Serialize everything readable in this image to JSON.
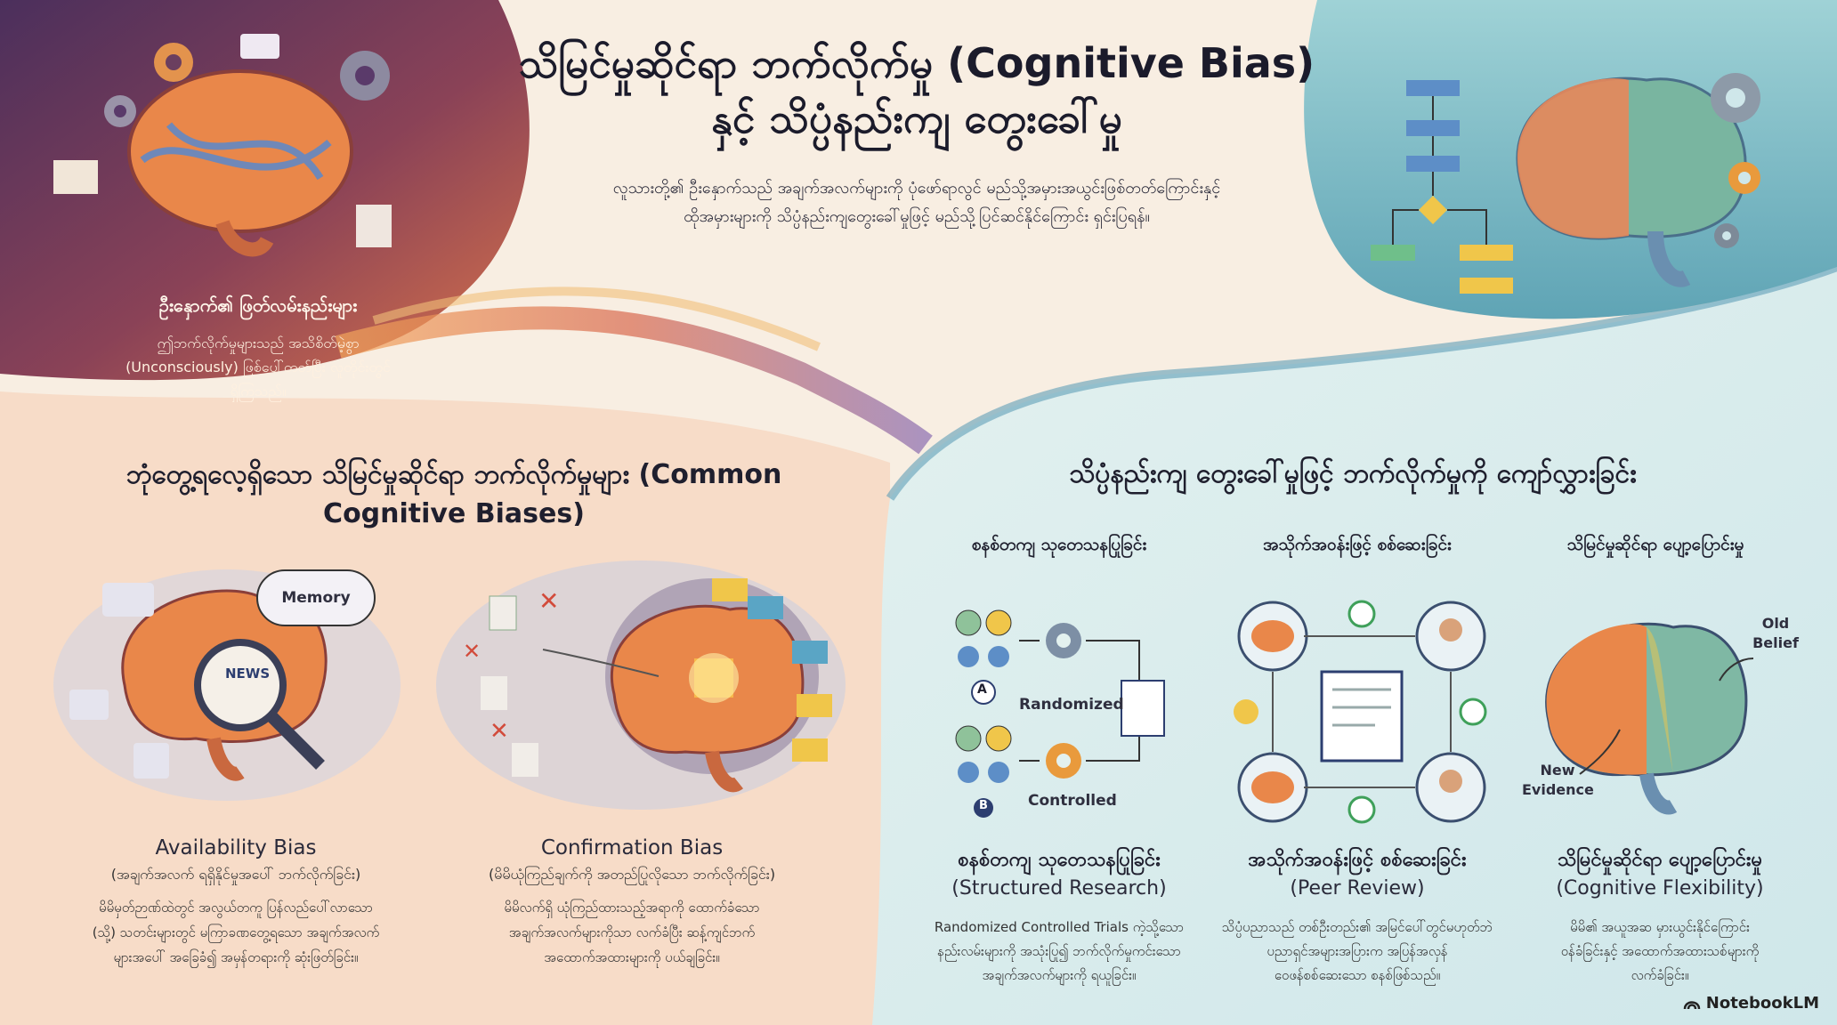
{
  "header": {
    "title_line1": "သိမြင်မှုဆိုင်ရာ ဘက်လိုက်မှု (Cognitive Bias)",
    "title_line2": "နှင့် သိပ္ပံနည်းကျ တွေးခေါ်မှု",
    "subtitle_line1": "လူသားတို့၏ ဦးနှောက်သည် အချက်အလက်များကို ပုံဖော်ရာလွင် မည်သို့အမှားအယွင်းဖြစ်တတ်ကြောင်းနှင့်",
    "subtitle_line2": "ထိုအမှားများကို သိပ္ပံနည်းကျတွေးခေါ်မှုဖြင့် မည်သို့ပြင်ဆင်နိုင်ကြောင်း ရှင်းပြရန်။"
  },
  "intro": {
    "heading": "ဦးနှောက်၏ ဖြတ်လမ်းနည်းများ",
    "text_line1": "ဤဘက်လိုက်မှုများသည် အသိစိတ်မဲ့စွာ",
    "text_line2": "(Unconsciously) ဖြစ်ပေါ်တတ်ပြီး လူတိုင်းတွင်",
    "text_line3": "ရှိကြသည်။"
  },
  "left_section": {
    "heading_line1": "ဘုံတွေ့ရလေ့ရှိသော သိမြင်မှုဆိုင်ရာ ဘက်လိုက်မှုများ (Common",
    "heading_line2": "Cognitive Biases)",
    "cards": [
      {
        "illustration_label": "Memory",
        "news_label": "NEWS",
        "title": "Availability Bias",
        "subtitle": "(အချက်အလက် ရရှိနိုင်မှုအပေါ် ဘက်လိုက်ခြင်း)",
        "desc_line1": "မိမိမှတ်ဉာဏ်ထဲတွင် အလွယ်တကူ ပြန်လည်ပေါ်လာသော",
        "desc_line2": "(သို့) သတင်းများတွင် မကြာခဏတွေ့ရသော အချက်အလက်",
        "desc_line3": "များအပေါ် အခြေခံ၍ အမှန်တရားကို ဆုံးဖြတ်ခြင်း။"
      },
      {
        "title": "Confirmation Bias",
        "subtitle": "(မိမိယုံကြည်ချက်ကို အတည်ပြုလိုသော ဘက်လိုက်ခြင်း)",
        "desc_line1": "မိမိလက်ရှိ ယုံကြည်ထားသည့်အရာကို ထောက်ခံသော",
        "desc_line2": "အချက်အလက်များကိုသာ လက်ခံပြီး ဆန့်ကျင်ဘက်",
        "desc_line3": "အထောက်အထားများကို ပယ်ချခြင်း။"
      }
    ]
  },
  "right_section": {
    "heading": "သိပ္ပံနည်းကျ တွေးခေါ်မှုဖြင့် ဘက်လိုက်မှုကို ကျော်လွှားခြင်း",
    "columns": [
      {
        "top_title": "စနစ်တကျ သုတေသနပြုခြင်း",
        "label_a": "Randomized",
        "label_b": "Controlled",
        "group_a": "A",
        "group_b": "B",
        "heading": "စနစ်တကျ သုတေသနပြုခြင်း",
        "heading_en": "(Structured Research)",
        "desc_line1": "Randomized Controlled Trials ကဲ့သို့သော",
        "desc_line2": "နည်းလမ်းများကို အသုံးပြု၍ ဘက်လိုက်မှုကင်းသော",
        "desc_line3": "အချက်အလက်များကို ရယူခြင်း။"
      },
      {
        "top_title": "အသိုက်အဝန်းဖြင့် စစ်ဆေးခြင်း",
        "heading": "အသိုက်အဝန်းဖြင့် စစ်ဆေးခြင်း",
        "heading_en": "(Peer Review)",
        "desc_line1": "သိပ္ပံပညာသည် တစ်ဦးတည်း၏ အမြင်ပေါ်တွင်မဟုတ်ဘဲ",
        "desc_line2": "ပညာရှင်အများအပြားက အပြန်အလှန်",
        "desc_line3": "ဝေဖန်စစ်ဆေးသော စနစ်ဖြစ်သည်။"
      },
      {
        "top_title": "သိမြင်မှုဆိုင်ရာ ပျော့ပြောင်းမှု",
        "label_old": "Old Belief",
        "label_new": "New Evidence",
        "heading": "သိမြင်မှုဆိုင်ရာ ပျော့ပြောင်းမှု",
        "heading_en": "(Cognitive Flexibility)",
        "desc_line1": "မိမိ၏ အယူအဆ မှားယွင်းနိုင်ကြောင်း",
        "desc_line2": "ဝန်ခံခြင်းနှင့် အထောက်အထားသစ်များကို",
        "desc_line3": "လက်ခံခြင်း။"
      }
    ]
  },
  "footer": {
    "logo_text": "NotebookLM"
  },
  "colors": {
    "left_bg": "#f7dcc8",
    "right_bg": "#dcefef",
    "dark_purple": "#5a3a6a",
    "teal": "#76b7c2",
    "brain_orange": "#e9874a"
  }
}
